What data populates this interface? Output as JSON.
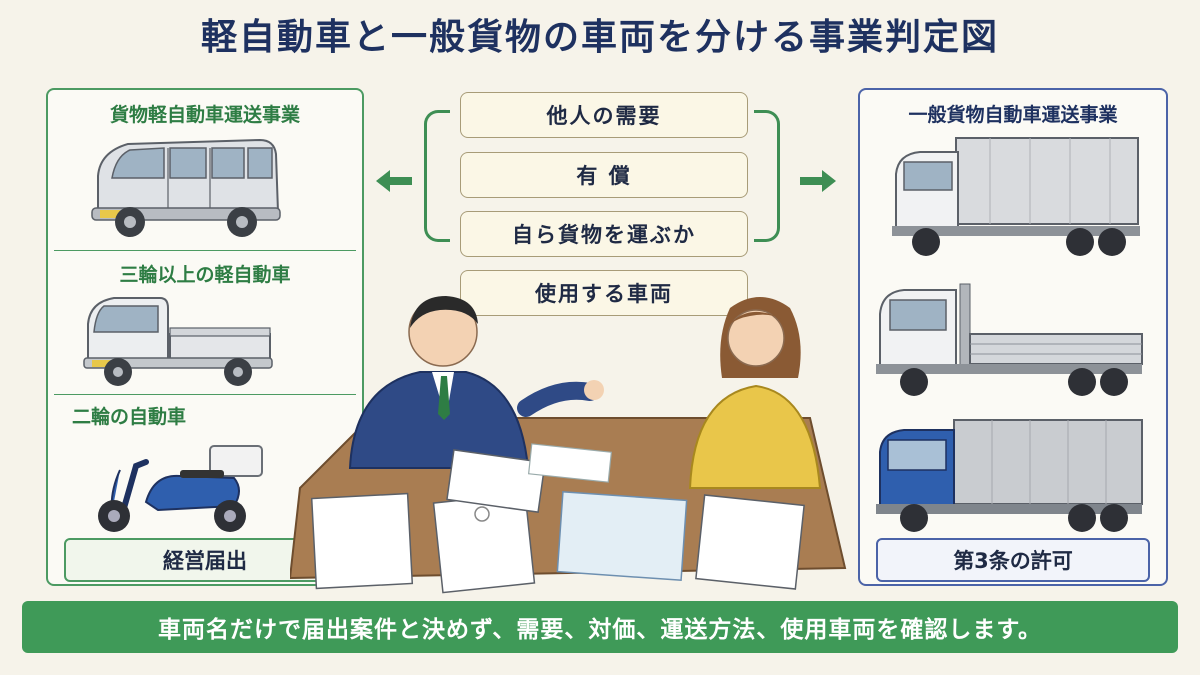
{
  "title": "軽自動車と一般貨物の車両を分ける事業判定図",
  "left_panel": {
    "heading": "貨物軽自動車運送事業",
    "sections": [
      {
        "label": "三輪以上の軽自動車"
      },
      {
        "label": "二輪の自動車"
      }
    ],
    "footer": "経営届出"
  },
  "right_panel": {
    "heading": "一般貨物自動車運送事業",
    "footer": "第3条の許可"
  },
  "criteria": [
    "他人の需要",
    "有 償",
    "自ら貨物を運ぶか",
    "使用する車両"
  ],
  "banner": "車両名だけで届出案件と決めず、需要、対価、運送方法、使用車両を確認します。",
  "colors": {
    "green": "#3f9a58",
    "navy": "#1e3160",
    "blue_truck": "#2f5fae"
  },
  "icons": [
    "left-arrow-icon",
    "right-arrow-icon",
    "kei-van-icon",
    "kei-truck-icon",
    "scooter-icon",
    "box-truck-icon",
    "flatbed-truck-icon",
    "blue-truck-icon"
  ]
}
